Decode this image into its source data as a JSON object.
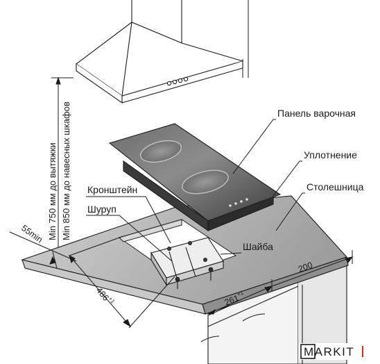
{
  "labels": {
    "panel": "Панель варочная",
    "seal": "Уплотнение",
    "countertop": "Столешница",
    "bracket": "Кронштейн",
    "screw": "Шуруп",
    "washer": "Шайба"
  },
  "dimensions": {
    "hood_main": "Min 750 мм до вытяжки",
    "hood_cabinets": "Min 850 мм до навесных шкафов",
    "edge_min": "55min",
    "depth_value": "486",
    "depth_tol": "+1",
    "width_value": "261",
    "width_tol": "+1",
    "side_value": "200"
  },
  "logo": {
    "text": "MARKIT",
    "accent": "#e0261f"
  },
  "colors": {
    "line": "#1a1a1a",
    "counter_top": "#b2b2b2",
    "glass": "#5f5f5f"
  }
}
